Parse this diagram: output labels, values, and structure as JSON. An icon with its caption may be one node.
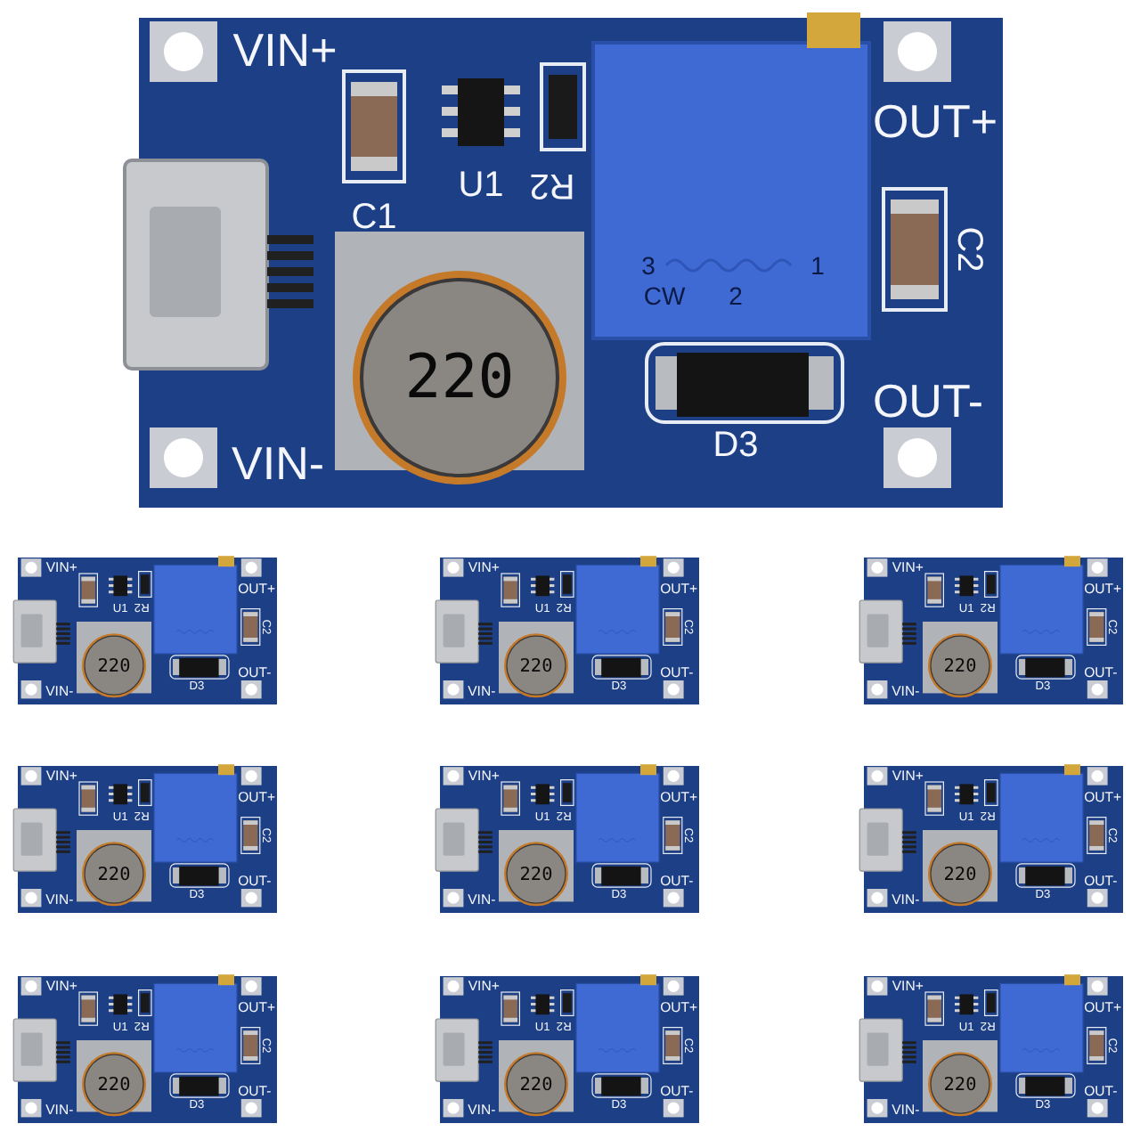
{
  "diagram": {
    "nodes": [
      {
        "text": [
          "VIN+",
          "C1",
          "U1",
          "R2",
          "OUT+",
          "C2",
          "220",
          "OUT-",
          "D3",
          "VIN-",
          "3",
          "1",
          "CW",
          "2"
        ]
      },
      {
        "text": [
          "VIN+",
          "U1",
          "R2",
          "OUT+",
          "C2",
          "220",
          "OUT-",
          "D3",
          "VIN-"
        ]
      },
      {
        "text": [
          "VIN+",
          "U1",
          "R2",
          "OUT+",
          "C2",
          "220",
          "OUT-",
          "D3",
          "VIN-"
        ]
      },
      {
        "text": [
          "VIN+",
          "U1",
          "R2",
          "OUT+",
          "C2",
          "220",
          "OUT-",
          "D3",
          "VIN-"
        ]
      },
      {
        "text": [
          "VIN+",
          "U1",
          "R2",
          "OUT+",
          "C2",
          "220",
          "OUT-",
          "D3",
          "VIN-"
        ]
      },
      {
        "text": [
          "VIN+",
          "U1",
          "R2",
          "OUT+",
          "C2",
          "220",
          "OUT-",
          "D3",
          "VIN-"
        ]
      },
      {
        "text": [
          "VIN+",
          "U1",
          "R2",
          "OUT+",
          "C2",
          "220",
          "OUT-",
          "D3",
          "VIN-"
        ]
      },
      {
        "text": [
          "VIN+",
          "U1",
          "R2",
          "OUT+",
          "C2",
          "220",
          "OUT-",
          "D3",
          "VIN-"
        ]
      },
      {
        "text": [
          "VIN+",
          "U1",
          "R2",
          "OUT+",
          "C2",
          "220",
          "OUT-",
          "D3",
          "VIN-"
        ]
      },
      {
        "text": [
          "VIN+",
          "U1",
          "R2",
          "OUT+",
          "C2",
          "220",
          "OUT-",
          "D3",
          "VIN-"
        ]
      }
    ]
  }
}
